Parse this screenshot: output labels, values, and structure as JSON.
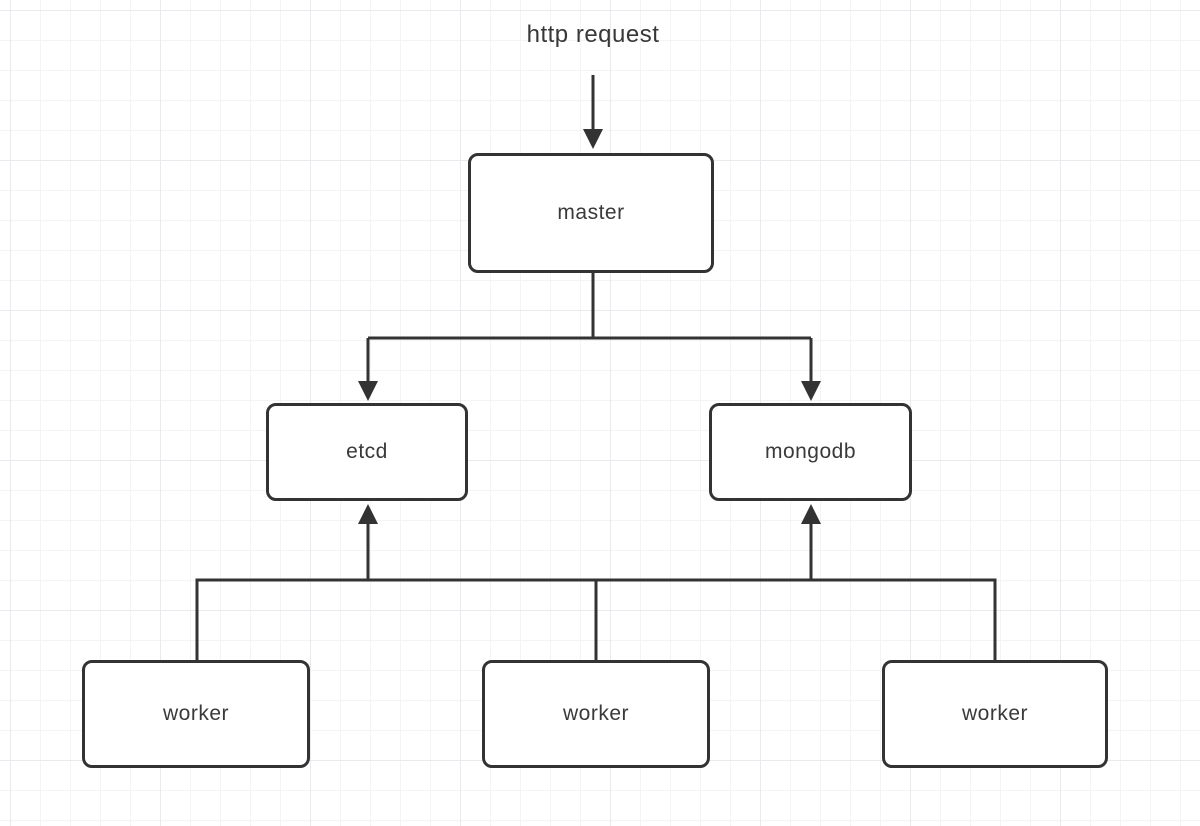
{
  "diagram": {
    "title": "http request",
    "nodes": [
      {
        "id": "master",
        "label": "master"
      },
      {
        "id": "etcd",
        "label": "etcd"
      },
      {
        "id": "mongodb",
        "label": "mongodb"
      },
      {
        "id": "worker-1",
        "label": "worker"
      },
      {
        "id": "worker-2",
        "label": "worker"
      },
      {
        "id": "worker-3",
        "label": "worker"
      }
    ],
    "edges": [
      {
        "from": "http request",
        "to": "master",
        "arrow": "into-target-top"
      },
      {
        "from": "master",
        "to": "etcd",
        "arrow": "into-target-top"
      },
      {
        "from": "master",
        "to": "mongodb",
        "arrow": "into-target-top"
      },
      {
        "from": "worker-1",
        "to": "etcd",
        "arrow": "into-target-bottom"
      },
      {
        "from": "worker-1",
        "to": "mongodb",
        "arrow": "into-target-bottom"
      },
      {
        "from": "worker-2",
        "to": "etcd",
        "arrow": "into-target-bottom"
      },
      {
        "from": "worker-2",
        "to": "mongodb",
        "arrow": "into-target-bottom"
      },
      {
        "from": "worker-3",
        "to": "etcd",
        "arrow": "into-target-bottom"
      },
      {
        "from": "worker-3",
        "to": "mongodb",
        "arrow": "into-target-bottom"
      }
    ],
    "colors": {
      "stroke": "#333333",
      "node_fill": "#ffffff",
      "text": "#3a3a3a",
      "background": "#ffffff",
      "grid_minor": "#f4f4f7",
      "grid_major": "#e9e9ee"
    }
  }
}
